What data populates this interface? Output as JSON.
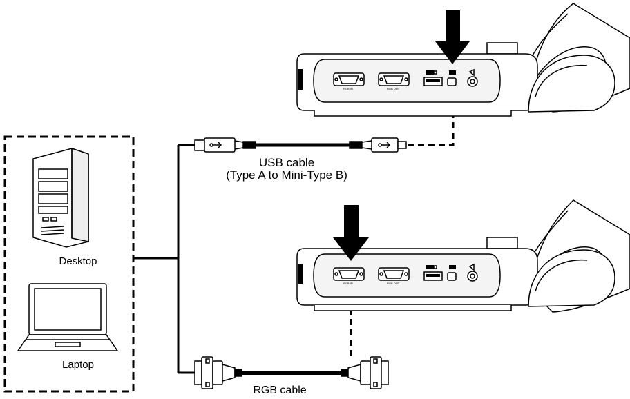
{
  "devices": {
    "desktop_label": "Desktop",
    "laptop_label": "Laptop"
  },
  "cables": {
    "usb_label_line1": "USB cable",
    "usb_label_line2": "(Type A to Mini-Type B)",
    "rgb_label": "RGB cable"
  },
  "ports": {
    "rgb_in": "RGB IN",
    "rgb_out": "RGB OUT"
  }
}
